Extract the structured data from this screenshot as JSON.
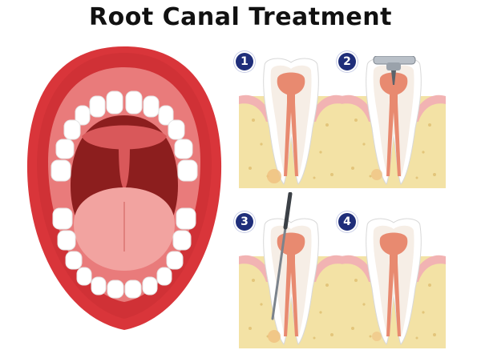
{
  "title": "Root Canal Treatment",
  "steps": [
    {
      "number": "1"
    },
    {
      "number": "2"
    },
    {
      "number": "3"
    },
    {
      "number": "4"
    }
  ],
  "colors": {
    "title": "#111111",
    "badge": "#1f2e7a",
    "lips": "#d9353a",
    "gum": "#e97b7b",
    "throat": "#8c1e1e",
    "tongue": "#f2a3a0",
    "tooth": "#ffffff",
    "pulp": "#e88a70",
    "bone": "#f3e2a5"
  }
}
